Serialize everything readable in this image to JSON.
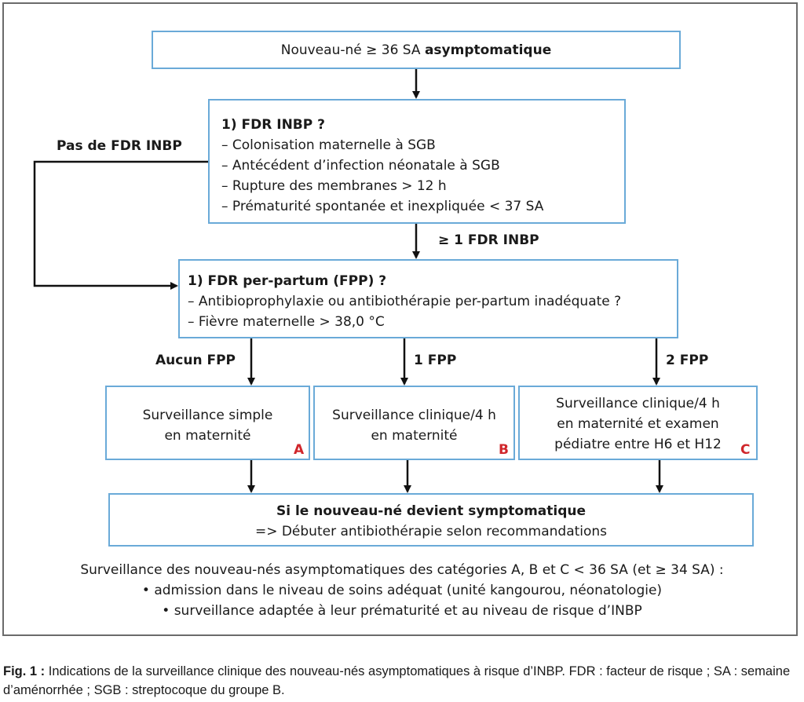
{
  "start": {
    "prefix": "Nouveau-né ≥ 36 SA ",
    "bold": "asymptomatique"
  },
  "inbp": {
    "title": "1) FDR INBP ?",
    "items": [
      "– Colonisation maternelle à SGB",
      "– Antécédent d’infection néonatale à SGB",
      "– Rupture des membranes > 12 h",
      "– Prématurité spontanée et inexpliquée < 37 SA"
    ]
  },
  "labels": {
    "no_inbp": "Pas de FDR INBP",
    "ge1_inbp": "≥ 1 FDR INBP",
    "aucun_fpp": "Aucun FPP",
    "one_fpp": "1 FPP",
    "two_fpp": "2 FPP"
  },
  "fpp": {
    "title": "1) FDR per-partum (FPP) ?",
    "items": [
      "– Antibioprophylaxie ou antibiothérapie per-partum inadéquate ?",
      "– Fièvre maternelle > 38,0 °C"
    ]
  },
  "outcomes": [
    {
      "lines": [
        "Surveillance simple",
        "en maternité"
      ],
      "category": "A"
    },
    {
      "lines": [
        "Surveillance clinique/4 h",
        "en maternité"
      ],
      "category": "B"
    },
    {
      "lines": [
        "Surveillance clinique/4 h",
        "en maternité et examen",
        "pédiatre entre H6 et H12"
      ],
      "category": "C"
    }
  ],
  "final": {
    "title": "Si le nouveau-né devient symptomatique",
    "text": "=> Débuter antibiothérapie selon recommandations"
  },
  "note": {
    "intro": "Surveillance des nouveau-nés asymptomatiques des catégories A, B et C < 36 SA (et ≥ 34 SA) :",
    "bullets": [
      "• admission dans le niveau de soins adéquat (unité kangourou, néonatologie)",
      "• surveillance adaptée à leur prématurité et au niveau de risque d’INBP"
    ]
  },
  "caption": {
    "label": "Fig. 1 :",
    "text": " Indications de la surveillance clinique des nouveau-nés asymptomatiques à risque d’INBP. FDR : facteur de risque ; SA : semaine d’aménorrhée ; SGB : streptocoque du groupe B."
  },
  "colors": {
    "box_border": "#6aaad8",
    "frame": "#6b6b6b",
    "category": "#d0262b"
  }
}
